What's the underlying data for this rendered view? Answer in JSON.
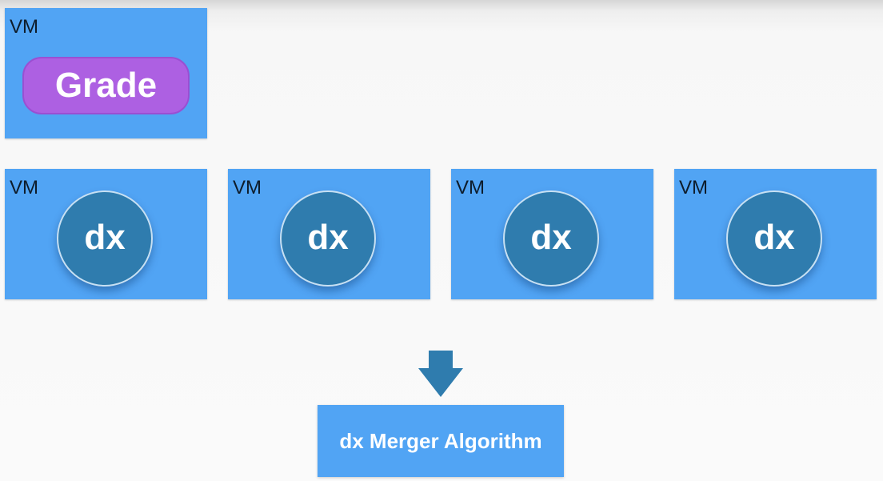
{
  "grade_vm": {
    "label": "VM",
    "process": "Grade"
  },
  "worker_vms": [
    {
      "label": "VM",
      "process": "dx"
    },
    {
      "label": "VM",
      "process": "dx"
    },
    {
      "label": "VM",
      "process": "dx"
    },
    {
      "label": "VM",
      "process": "dx"
    }
  ],
  "merger": {
    "label": "dx Merger Algorithm"
  },
  "colors": {
    "vm_box": "#51a4f4",
    "grade_pill": "#ad60e2",
    "dx_circle": "#2f7cae",
    "arrow": "#2f7cae"
  },
  "icons": {
    "flow_arrow": "arrow-down-icon"
  }
}
